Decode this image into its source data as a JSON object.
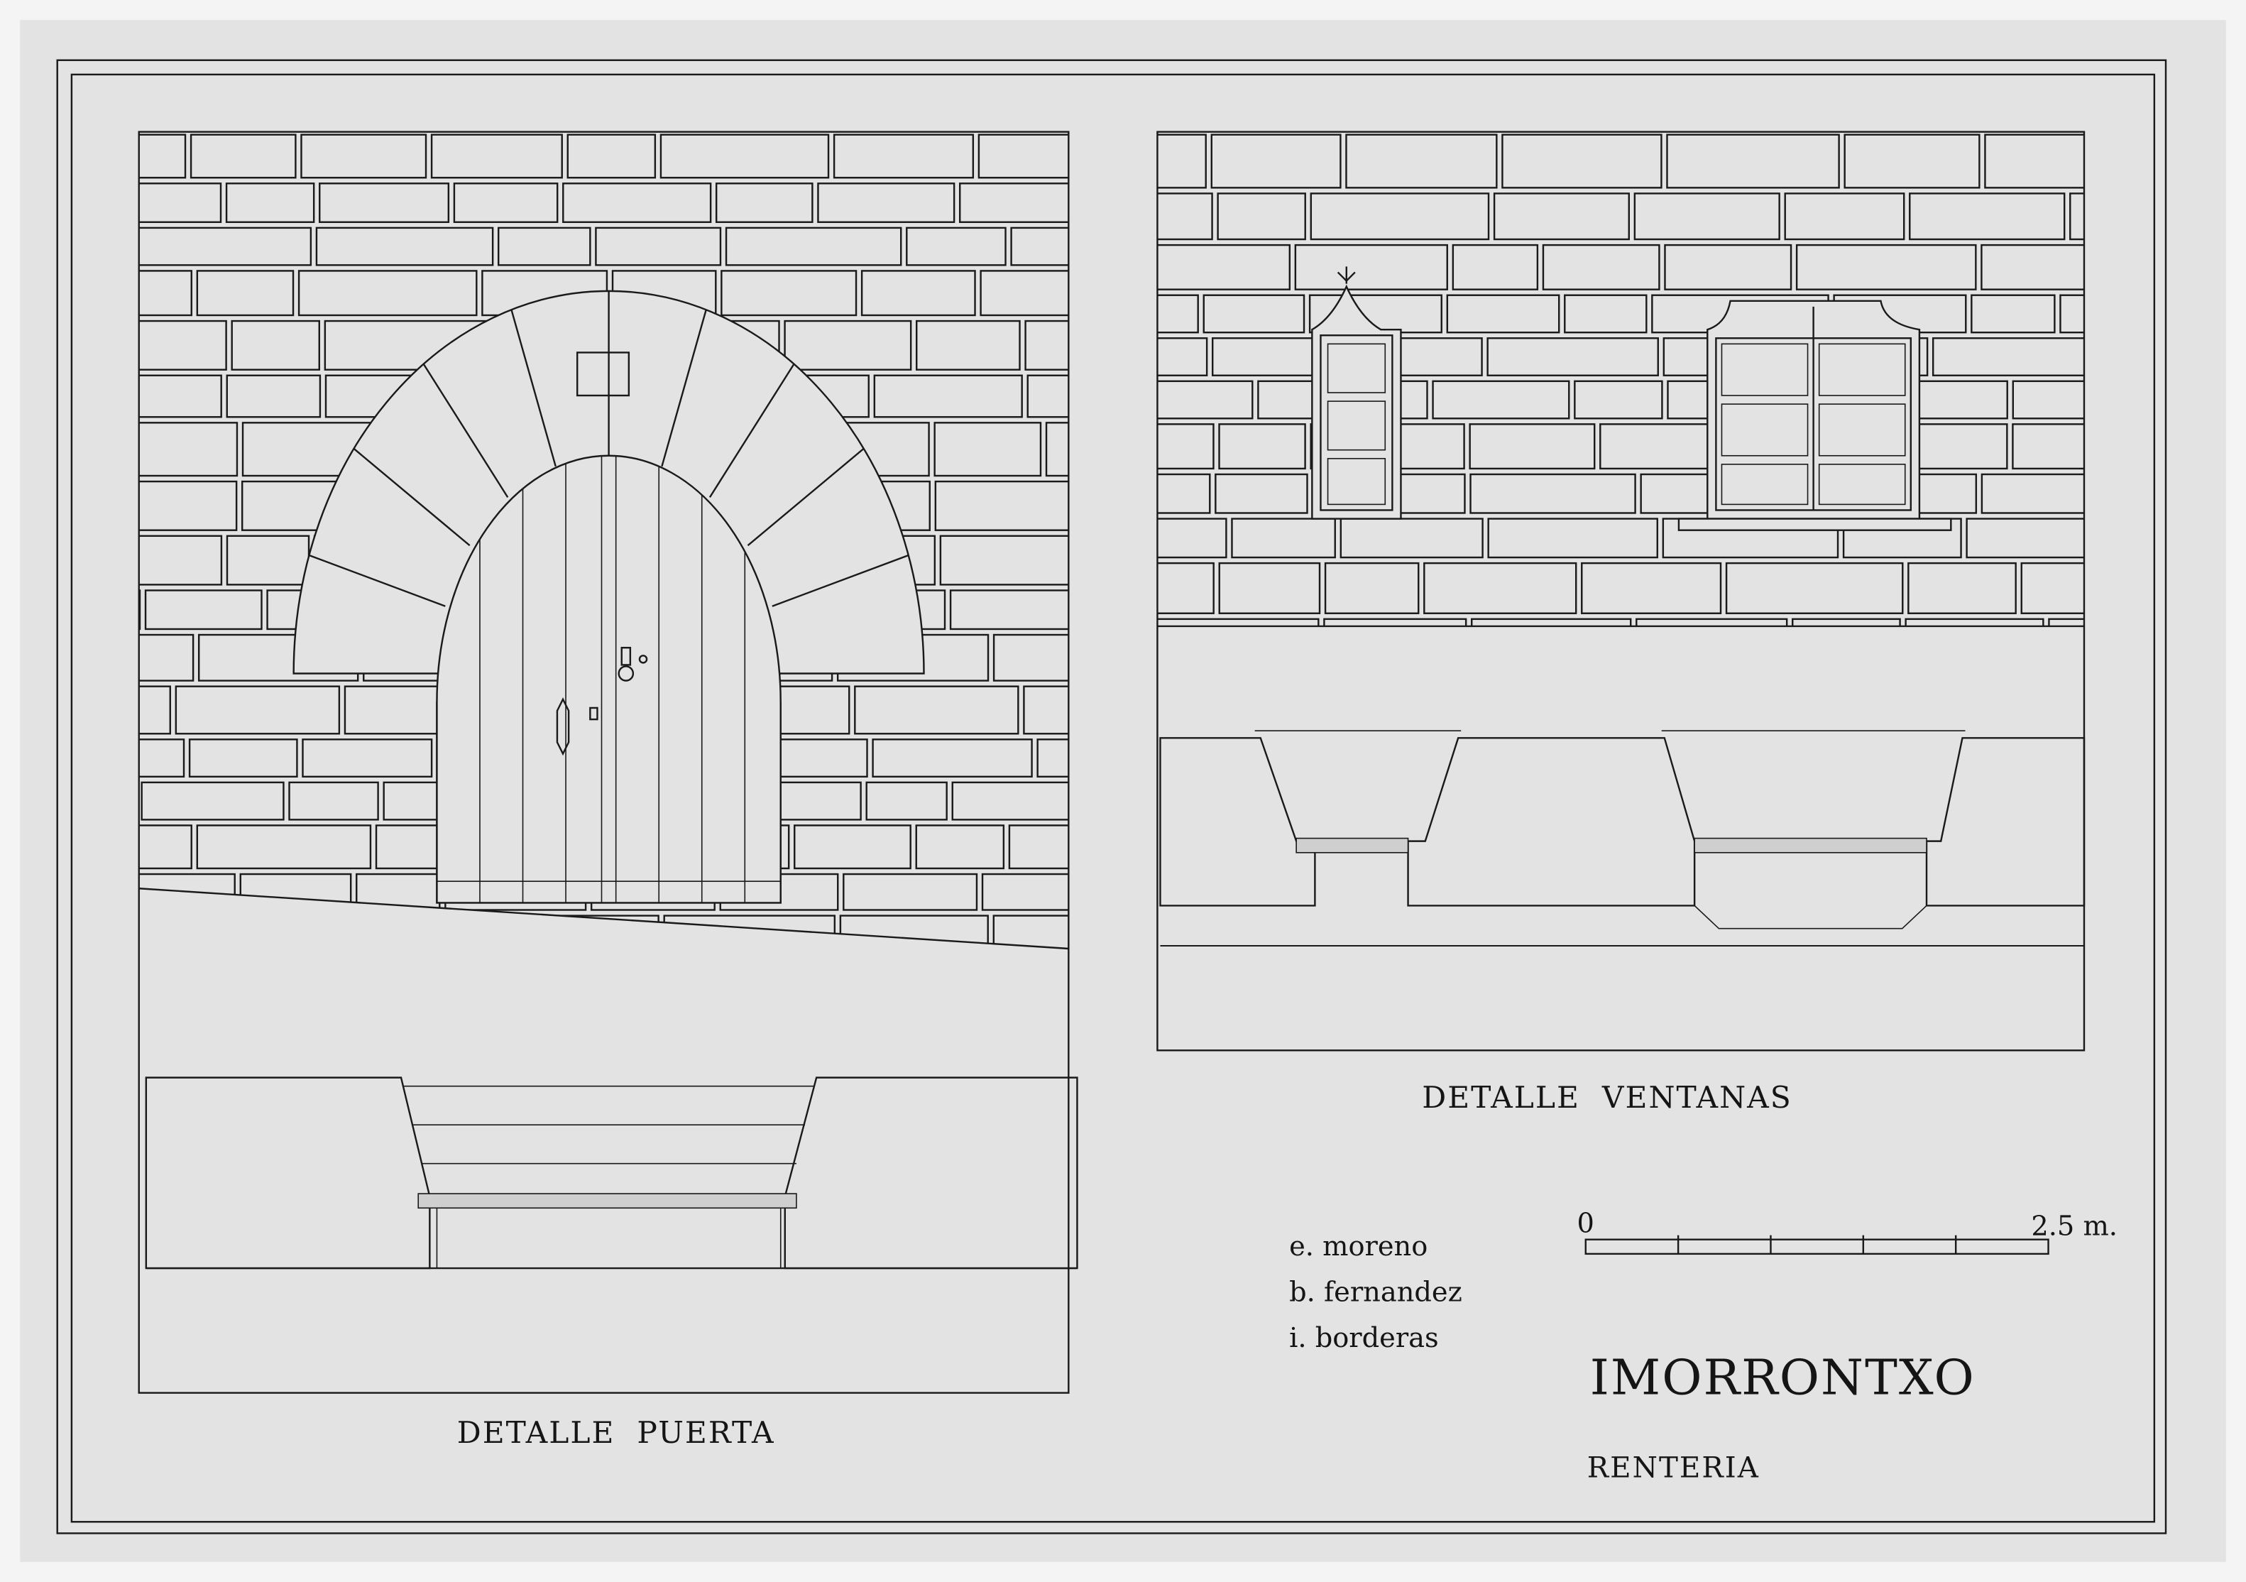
{
  "sheet": {
    "title": "IMORRONTXO",
    "location": "RENTERIA",
    "credits": [
      "e. moreno",
      "b. fernandez",
      "i. borderas"
    ],
    "scale_bar": {
      "start_label": "0",
      "end_label": "2.5 m.",
      "divisions": 5
    }
  },
  "panels": {
    "door": {
      "label": "DETALLE  PUERTA"
    },
    "windows": {
      "label": "DETALLE  VENTANAS"
    }
  },
  "colors": {
    "paper": "#e3e3e3",
    "ink": "#1a1a1a",
    "surround": "#f4f4f4"
  }
}
